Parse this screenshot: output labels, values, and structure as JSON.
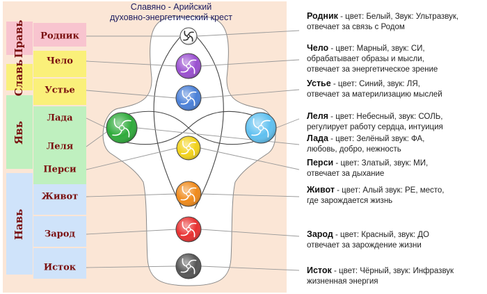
{
  "title_lines": [
    "Славяно - Арийский",
    "духовно-энергетический крест"
  ],
  "worlds": [
    {
      "name": "Правь",
      "color": "#f8c4cf"
    },
    {
      "name": "Славь",
      "color": "#faf07a"
    },
    {
      "name": "Явь",
      "color": "#bff0bf"
    },
    {
      "name": "Навь",
      "color": "#cfe3fa"
    }
  ],
  "bands": [
    {
      "label": "Родник",
      "color": "#f8c4cf"
    },
    {
      "label": "Чело",
      "color": "#faf07a"
    },
    {
      "label": "Устье",
      "color": "#faf07a"
    },
    {
      "label": "Лада",
      "color": "#bff0bf"
    },
    {
      "label": "Леля",
      "color": "#bff0bf"
    },
    {
      "label": "Перси",
      "color": "#bff0bf"
    },
    {
      "label": "Живот",
      "color": "#cfe3fa"
    },
    {
      "label": "Зарод",
      "color": "#cfe3fa"
    },
    {
      "label": "Исток",
      "color": "#cfe3fa"
    }
  ],
  "chakras": [
    {
      "name": "Родник",
      "color": "#ffffff"
    },
    {
      "name": "Чело",
      "color": "#9a4fd0"
    },
    {
      "name": "Устье",
      "color": "#4a80d8"
    },
    {
      "name": "Леля",
      "color": "#5fc0f0"
    },
    {
      "name": "Лада",
      "color": "#2eaa3a"
    },
    {
      "name": "Перси",
      "color": "#f2d21a"
    },
    {
      "name": "Живот",
      "color": "#f08a1a"
    },
    {
      "name": "Зарод",
      "color": "#e83030"
    },
    {
      "name": "Исток",
      "color": "#555555"
    }
  ],
  "descriptions": [
    {
      "name": "Родник",
      "lines": [
        " - цвет: Белый, Звук: Ультразвук,",
        "отвечает за связь с Родом"
      ]
    },
    {
      "name": "Чело",
      "lines": [
        " - цвет: Марный, звук: СИ,",
        "обрабатывает образы и мысли,",
        "отвечает за энергетическое зрение"
      ]
    },
    {
      "name": "Устье",
      "lines": [
        " - цвет: Синий, звук: ЛЯ,",
        "отвечает за материлизацию мыслей"
      ]
    },
    {
      "name": "Леля",
      "lines": [
        " - цвет: Небесный, звук: СОЛЬ,",
        "регулирует работу сердца, интуиция"
      ]
    },
    {
      "name": "Лада",
      "lines": [
        " - цвет: Зелёный звук: ФА,",
        "любовь, добро, нежность"
      ]
    },
    {
      "name": "Перси",
      "lines": [
        " - цвет: Златый, звук: МИ,",
        "отвечает за дыхание"
      ]
    },
    {
      "name": "Живот",
      "lines": [
        " - цвет: Алый звук: РЕ, место,",
        "где  зарождается жизнь"
      ]
    },
    {
      "name": "Зарод",
      "lines": [
        " - цвет: Красный, звук: ДО",
        "отвечает за зарождение жизни"
      ]
    },
    {
      "name": "Исток",
      "lines": [
        " - цвет: Чёрный, звук: Инфразвук",
        "жизненная энергия"
      ]
    }
  ]
}
